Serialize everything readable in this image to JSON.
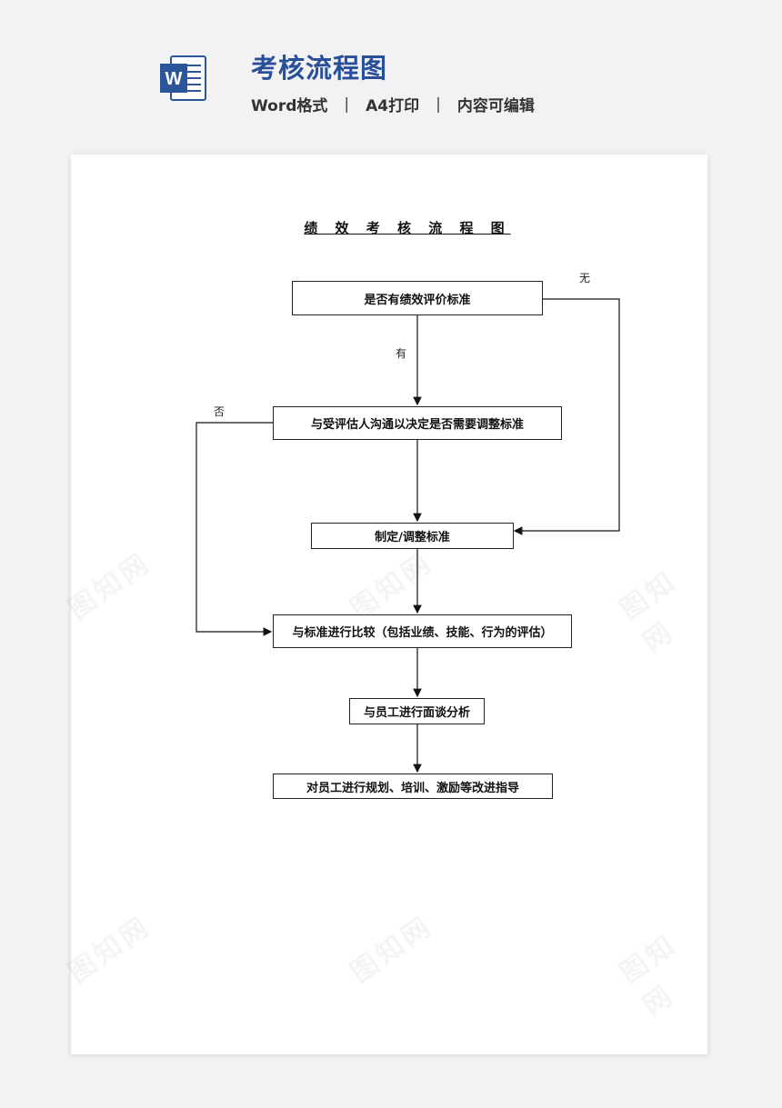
{
  "header": {
    "title": "考核流程图",
    "word_icon_letter": "W",
    "tags": [
      "Word格式",
      "A4打印",
      "内容可编辑"
    ],
    "separator": "|"
  },
  "document": {
    "title": "绩 效 考 核 流 程 图",
    "boxes": {
      "b1": "是否有绩效评价标准",
      "b2": "与受评估人沟通以决定是否需要调整标准",
      "b3": "制定/调整标准",
      "b4": "与标准进行比较（包括业绩、技能、行为的评估）",
      "b5": "与员工进行面谈分析",
      "b6": "对员工进行规划、培训、激励等改进指导"
    },
    "labels": {
      "no_standard": "无",
      "has_standard": "有",
      "no_adjust": "否"
    }
  },
  "watermark": "图知网",
  "colors": {
    "brand": "#2a4f9a",
    "word_icon": "#2b579a"
  }
}
